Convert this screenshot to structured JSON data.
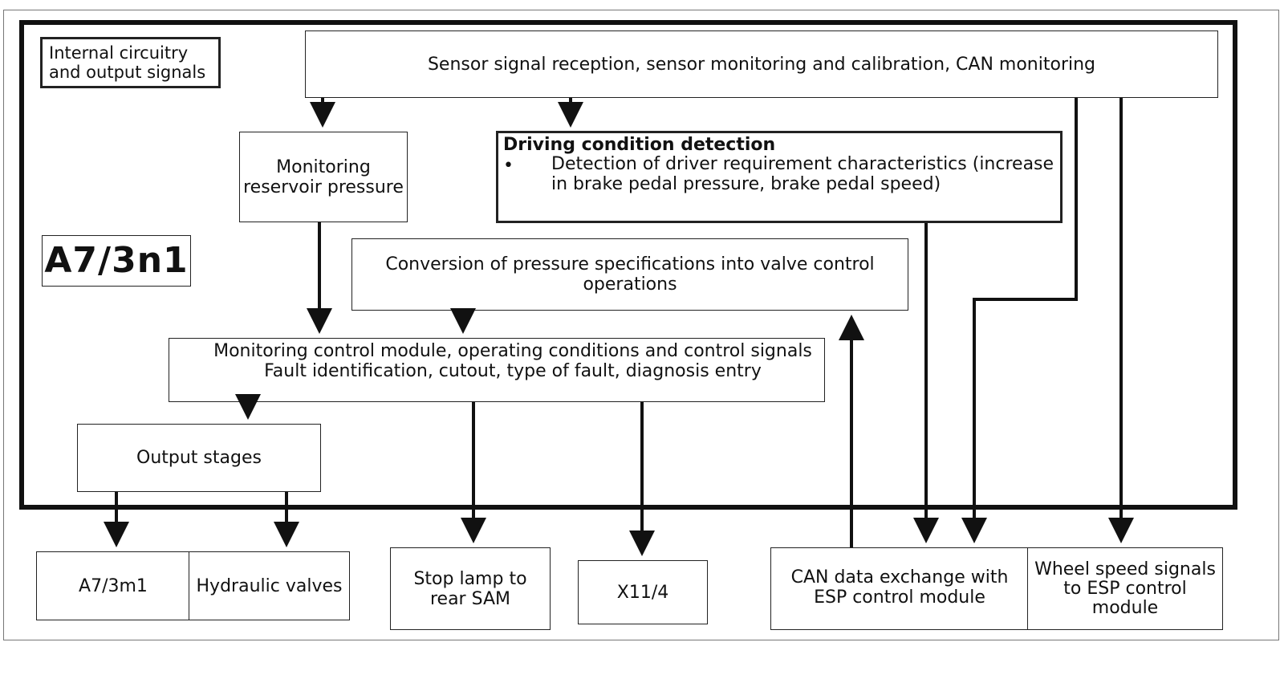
{
  "legend_label": "Internal circuitry\nand output signals",
  "unit_label": "A7/3n1",
  "sensor_box": "Sensor signal reception, sensor monitoring and calibration, CAN monitoring",
  "reservoir_box": "Monitoring\nreservoir pressure",
  "driving_condition": {
    "title": "Driving condition detection",
    "bullet": "•",
    "text": "Detection of driver requirement characteristics (increase\nin brake pedal pressure, brake pedal speed)"
  },
  "conversion_box": "Conversion of pressure specifications into valve control\noperations",
  "monitoring_box": "Monitoring control module, operating conditions and control signals\nFault identification, cutout, type of fault, diagnosis entry",
  "output_stages": "Output stages",
  "outputs": {
    "a73m1": "A7/3m1",
    "hydraulic": "Hydraulic valves",
    "stop_lamp": "Stop lamp to\nrear SAM",
    "x114": "X11/4",
    "can": "CAN data exchange with\nESP control module",
    "wheel": "Wheel speed signals\nto ESP control\nmodule"
  }
}
